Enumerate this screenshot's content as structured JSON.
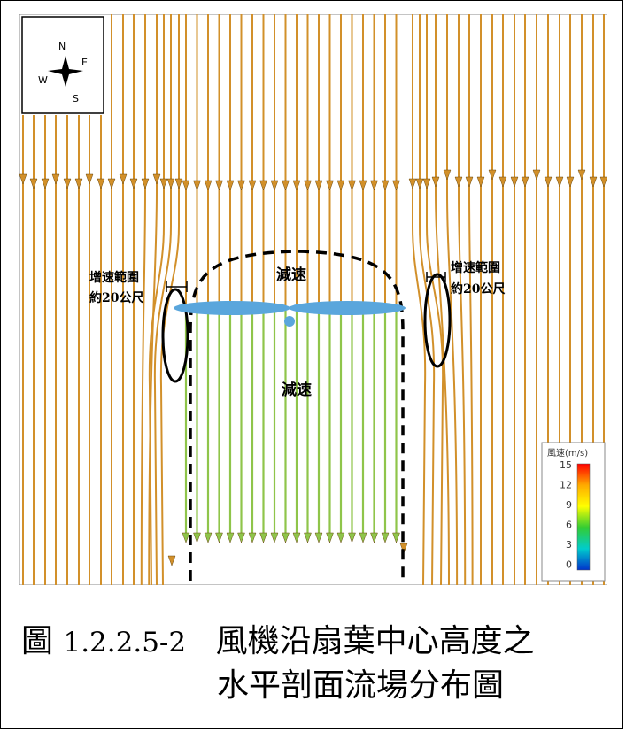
{
  "compass": {
    "n": "N",
    "e": "E",
    "s": "S",
    "w": "W"
  },
  "annotations": {
    "accel_left_line1": "增速範圍",
    "accel_left_line2": "約20公尺",
    "accel_right_line1": "增速範圍",
    "accel_right_line2": "約20公尺",
    "decel_upper": "減速",
    "decel_lower": "減速"
  },
  "legend": {
    "title": "風速(m/s)",
    "ticks": [
      "15",
      "12",
      "9",
      "6",
      "3",
      "0"
    ],
    "colors": [
      "#ff0000",
      "#ffaa00",
      "#ffff00",
      "#33cc33",
      "#00cccc",
      "#0033cc"
    ]
  },
  "colors": {
    "streamline_fast": "#d2902a",
    "streamline_slow": "#8fc54a",
    "blade": "#5aa6dc",
    "wake_boundary": "#000000"
  },
  "caption": {
    "label": "圖",
    "number": "1.2.2.5-2",
    "title_line1": "風機沿扇葉中心高度之",
    "title_line2": "水平剖面流場分布圖"
  }
}
